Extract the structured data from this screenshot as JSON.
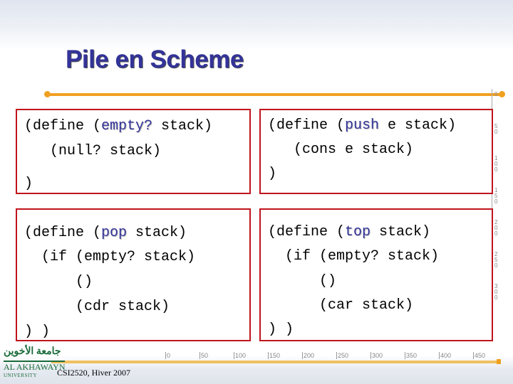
{
  "title": "Pile en Scheme",
  "colors": {
    "title": "#333399",
    "keyword": "#333399",
    "box_border": "#c0141c",
    "accent": "#f0a020"
  },
  "boxes": [
    {
      "lines": [
        {
          "pre": "(define (",
          "kw": "empty?",
          "post": " stack)"
        },
        {
          "pre": "   (null? stack)",
          "kw": "",
          "post": ""
        },
        {
          "pre": ")",
          "kw": "",
          "post": ""
        }
      ]
    },
    {
      "lines": [
        {
          "pre": "(define (",
          "kw": "push",
          "post": " e stack)"
        },
        {
          "pre": "   (cons e stack)",
          "kw": "",
          "post": ""
        },
        {
          "pre": ")",
          "kw": "",
          "post": ""
        }
      ]
    },
    {
      "lines": [
        {
          "pre": "(define (",
          "kw": "pop",
          "post": " stack)"
        },
        {
          "pre": "  (if (empty? stack)",
          "kw": "",
          "post": ""
        },
        {
          "pre": "      ()",
          "kw": "",
          "post": ""
        },
        {
          "pre": "      (cdr stack)",
          "kw": "",
          "post": ""
        },
        {
          "pre": ") )",
          "kw": "",
          "post": ""
        }
      ]
    },
    {
      "lines": [
        {
          "pre": "(define (",
          "kw": "top",
          "post": " stack)"
        },
        {
          "pre": "  (if (empty? stack)",
          "kw": "",
          "post": ""
        },
        {
          "pre": "      ()",
          "kw": "",
          "post": ""
        },
        {
          "pre": "      (car stack)",
          "kw": "",
          "post": ""
        },
        {
          "pre": ") )",
          "kw": "",
          "post": ""
        }
      ]
    }
  ],
  "ruler": {
    "vertical": [
      "0",
      "50",
      "100",
      "150",
      "200",
      "250",
      "300"
    ],
    "horizontal": [
      "0",
      "50",
      "100",
      "150",
      "200",
      "250",
      "300",
      "350",
      "400",
      "450"
    ]
  },
  "logo": {
    "arabic": "جامعة الأخوين",
    "name": "AL AKHAWAYN",
    "sub": "UNIVERSITY"
  },
  "footer": "CSI2520, Hiver 2007"
}
